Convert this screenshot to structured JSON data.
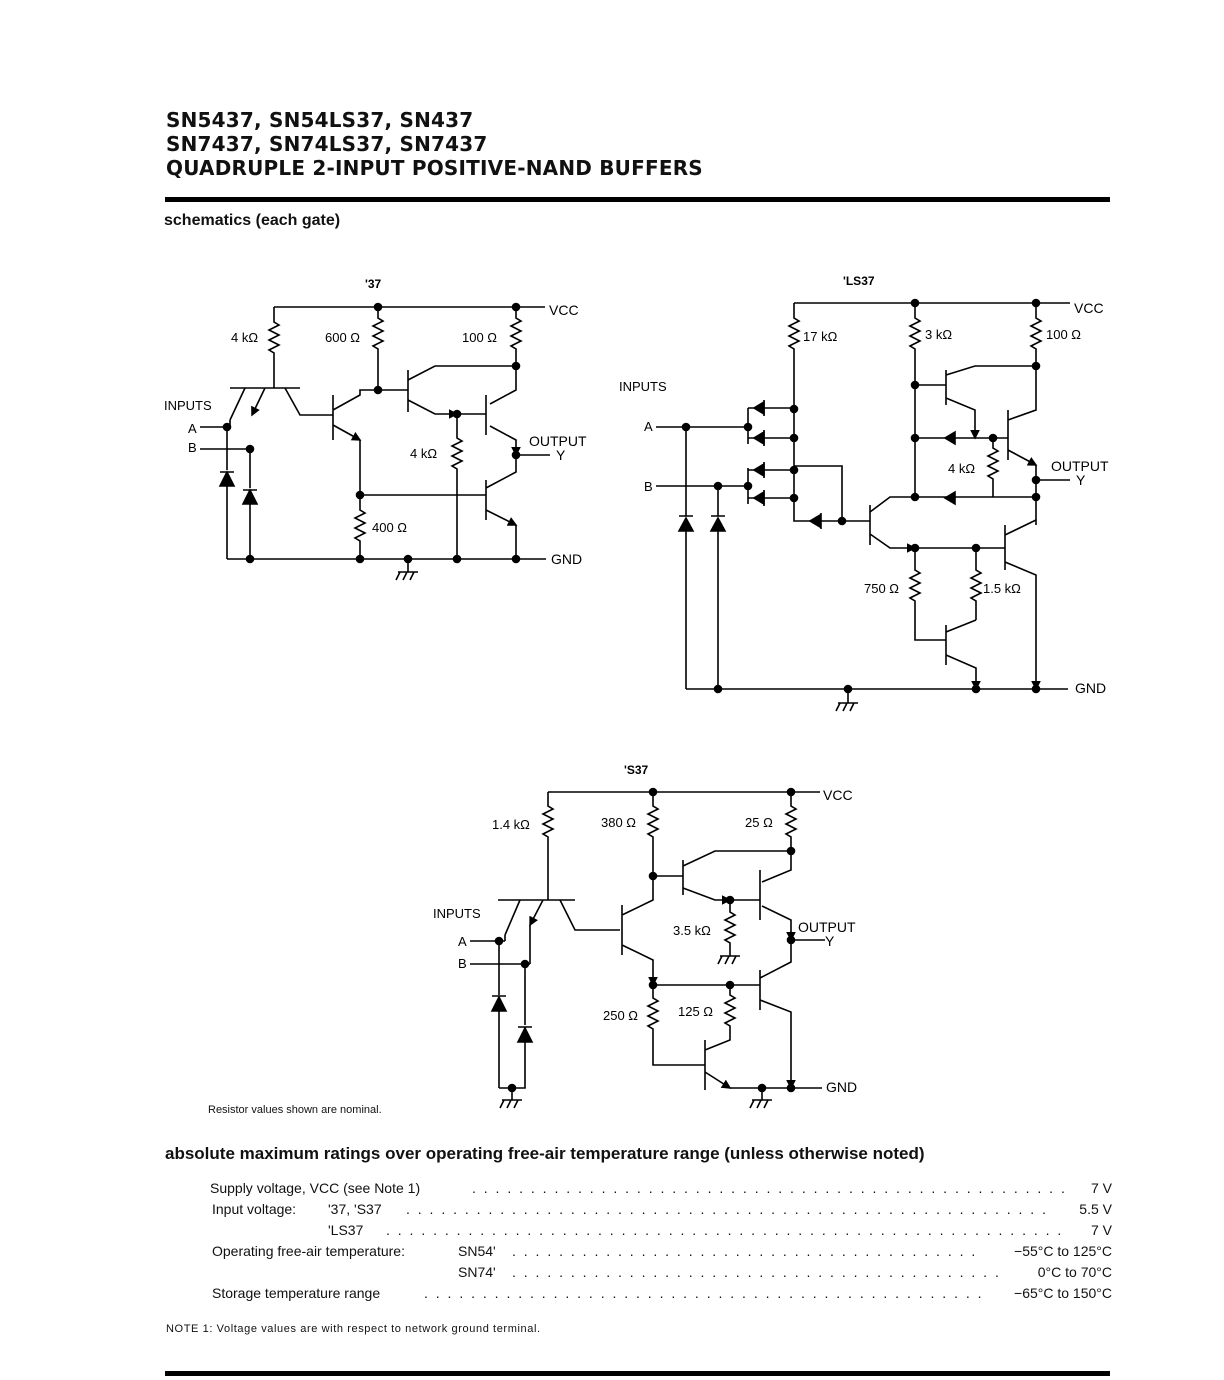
{
  "header": {
    "line1": "SN5437, SN54LS37, SN437",
    "line2": "SN7437, SN74LS37, SN7437",
    "line3": "QUADRUPLE 2-INPUT POSITIVE-NAND BUFFERS"
  },
  "schematics": {
    "section_title": "schematics (each gate)",
    "s37": {
      "title": "'37",
      "vcc": "VCC",
      "r1": "4 kΩ",
      "r2": "600 Ω",
      "r3": "100 Ω",
      "r4": "4 kΩ",
      "r5": "400 Ω",
      "inputs": "INPUTS",
      "a": "A",
      "b": "B",
      "output": "OUTPUT",
      "y": "Y",
      "gnd": "GND"
    },
    "ls37": {
      "title": "'LS37",
      "vcc": "VCC",
      "r1": "17 kΩ",
      "r2": "3 kΩ",
      "r3": "100 Ω",
      "r4": "4 kΩ",
      "r5": "750 Ω",
      "r6": "1.5 kΩ",
      "inputs": "INPUTS",
      "a": "A",
      "b": "B",
      "output": "OUTPUT",
      "y": "Y",
      "gnd": "GND"
    },
    "s37s": {
      "title": "'S37",
      "vcc": "VCC",
      "r1": "1.4 kΩ",
      "r2": "380 Ω",
      "r3": "25 Ω",
      "r4": "3.5 kΩ",
      "r5": "250 Ω",
      "r6": "125 Ω",
      "inputs": "INPUTS",
      "a": "A",
      "b": "B",
      "output": "OUTPUT",
      "y": "Y",
      "gnd": "GND"
    },
    "note": "Resistor values shown are nominal."
  },
  "ratings": {
    "title": "absolute maximum ratings over operating free-air temperature range (unless otherwise noted)",
    "rows": [
      {
        "label": "Supply voltage, VCC (see Note 1)",
        "sub": "",
        "value": "7 V"
      },
      {
        "label": "Input voltage:",
        "sub": "'37, 'S37",
        "value": "5.5 V"
      },
      {
        "label": "",
        "sub": "'LS37",
        "value": "7 V"
      },
      {
        "label": "Operating free-air temperature:",
        "sub": "SN54'",
        "value": "−55°C to 125°C"
      },
      {
        "label": "",
        "sub": "SN74'",
        "value": "0°C to 70°C"
      },
      {
        "label": "Storage temperature range",
        "sub": "",
        "value": "−65°C to 150°C"
      }
    ],
    "note": "NOTE 1:  Voltage values are with respect to network ground terminal."
  }
}
